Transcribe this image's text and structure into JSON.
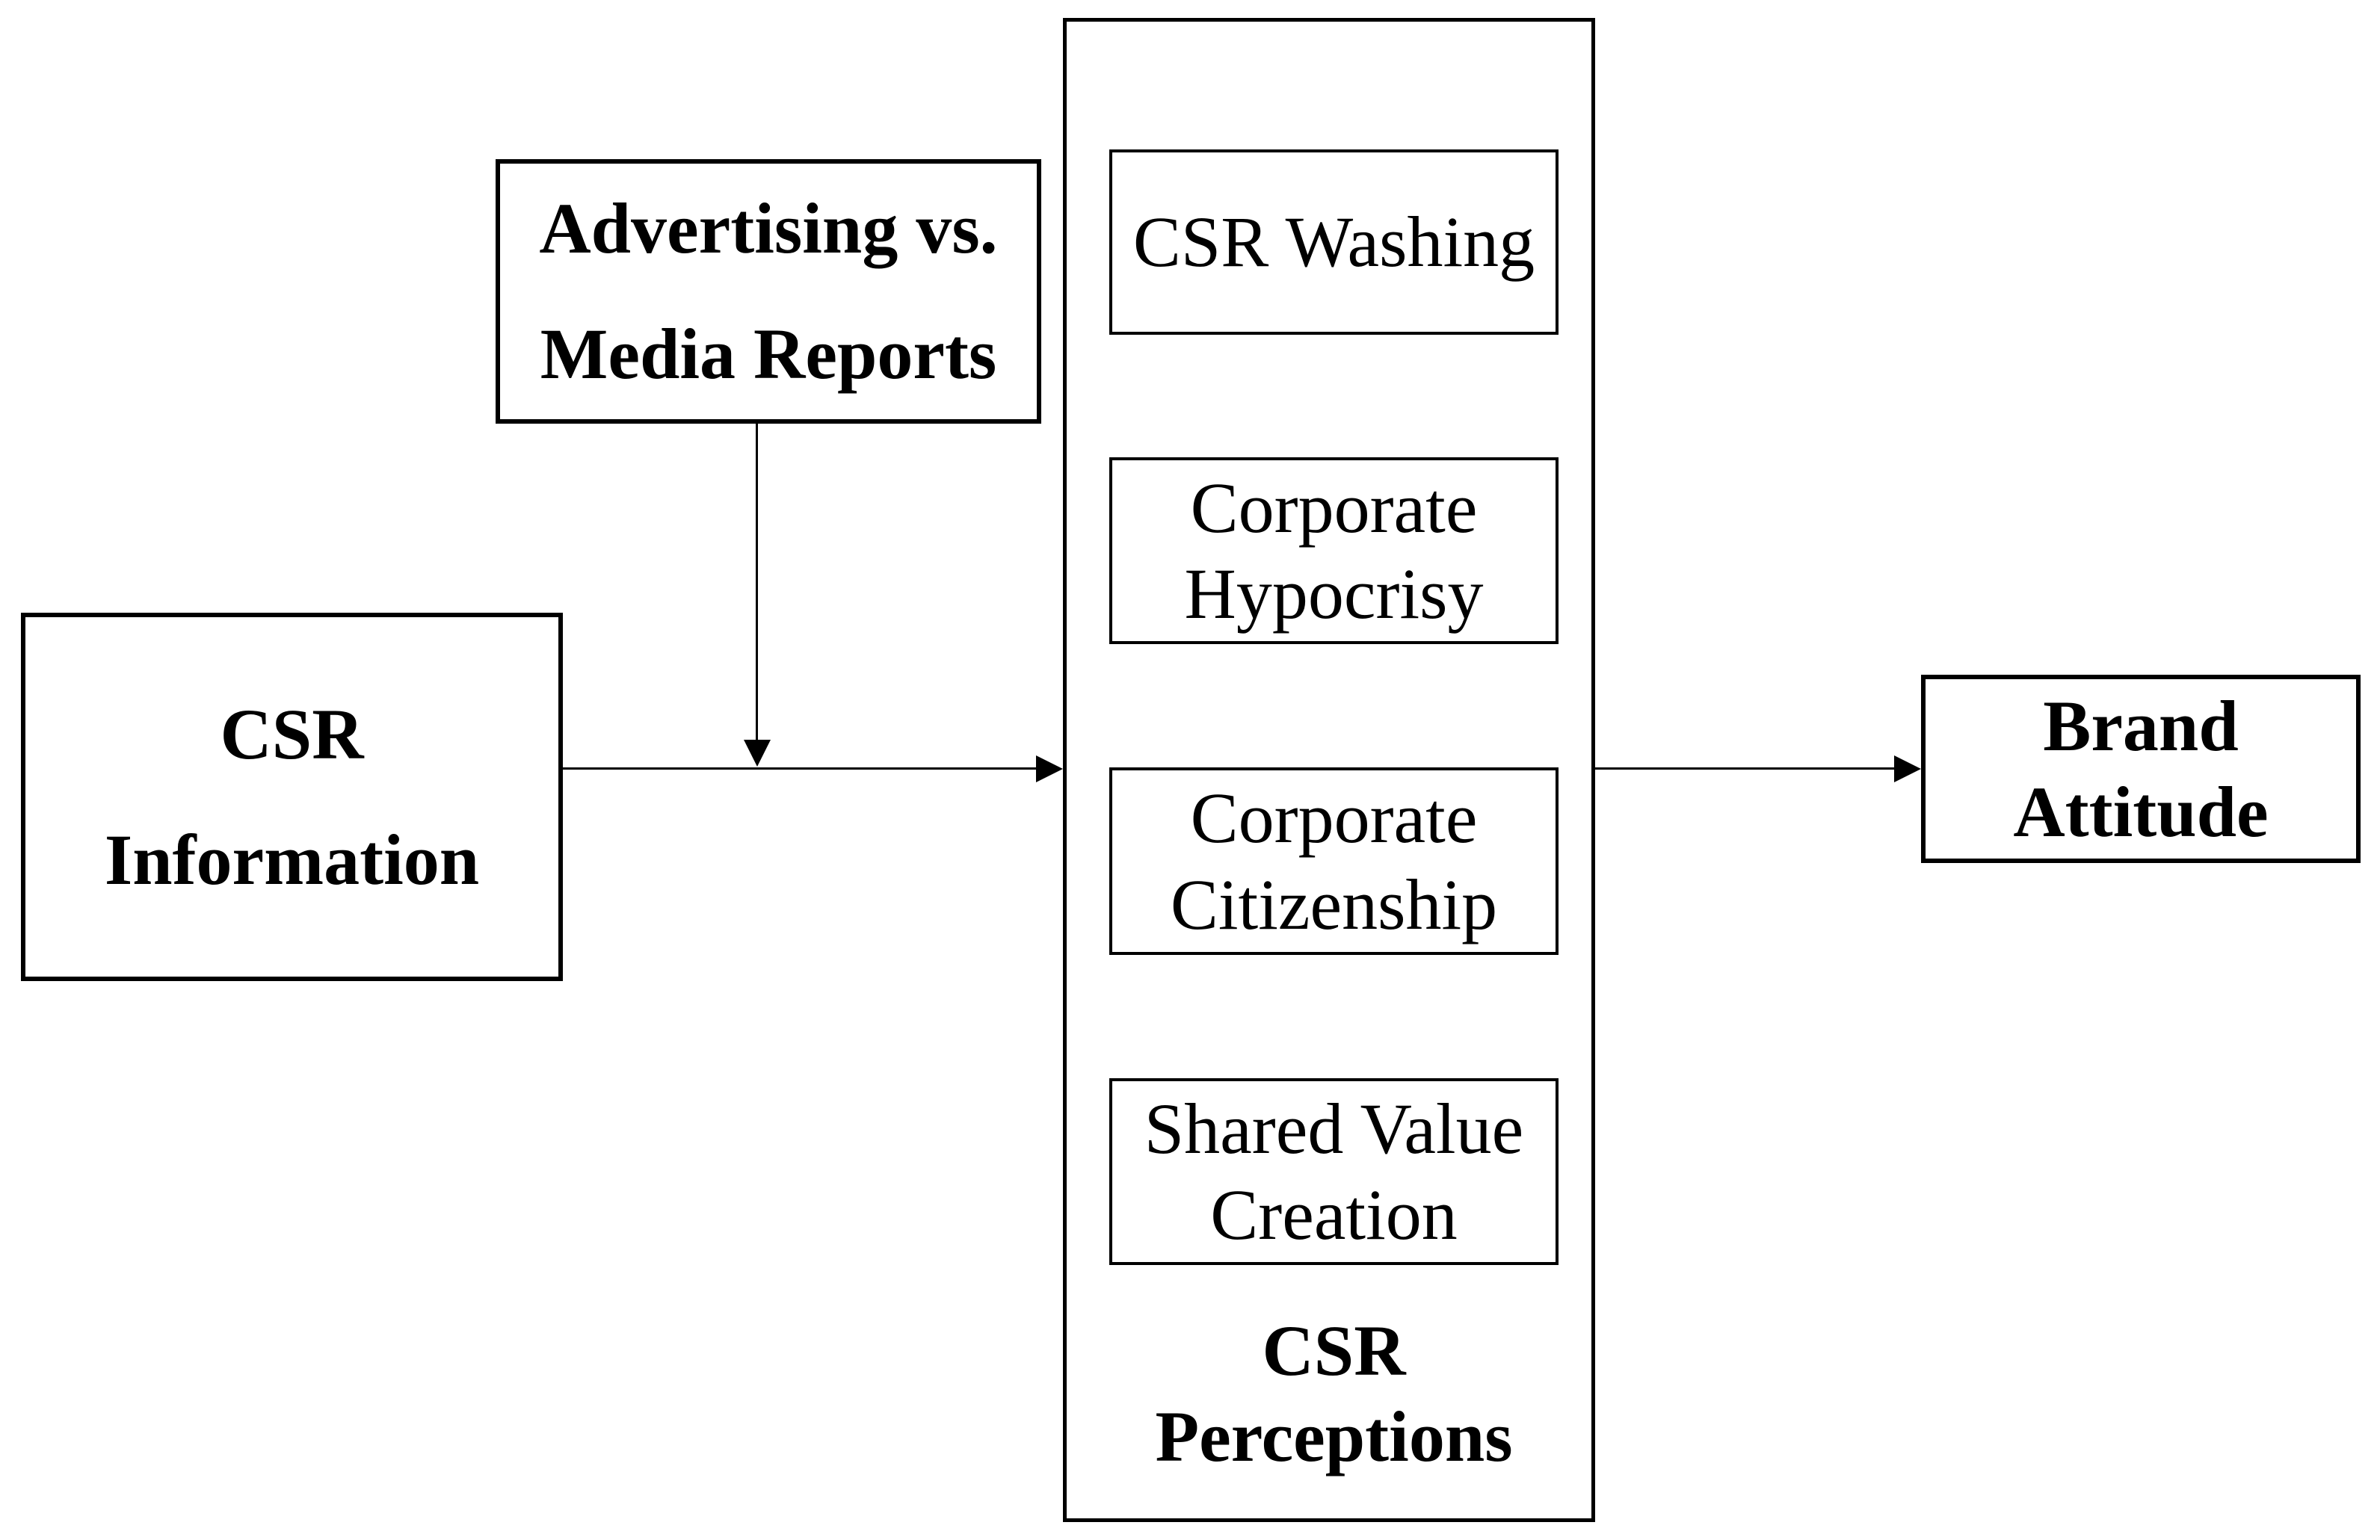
{
  "colors": {
    "ink": "#000000",
    "background": "#ffffff"
  },
  "nodes": {
    "csr_information": {
      "lines": [
        "CSR",
        "Information"
      ]
    },
    "advertising_vs_media_reports": {
      "lines": [
        "Advertising vs.",
        "Media Reports"
      ]
    },
    "csr_washing": {
      "label": "CSR Washing"
    },
    "corporate_hypocrisy": {
      "lines": [
        "Corporate",
        "Hypocrisy"
      ]
    },
    "corporate_citizenship": {
      "lines": [
        "Corporate",
        "Citizenship"
      ]
    },
    "shared_value_creation": {
      "lines": [
        "Shared Value",
        "Creation"
      ]
    },
    "csr_perceptions": {
      "lines": [
        "CSR",
        "Perceptions"
      ]
    },
    "brand_attitude": {
      "lines": [
        "Brand",
        "Attitude"
      ]
    }
  }
}
